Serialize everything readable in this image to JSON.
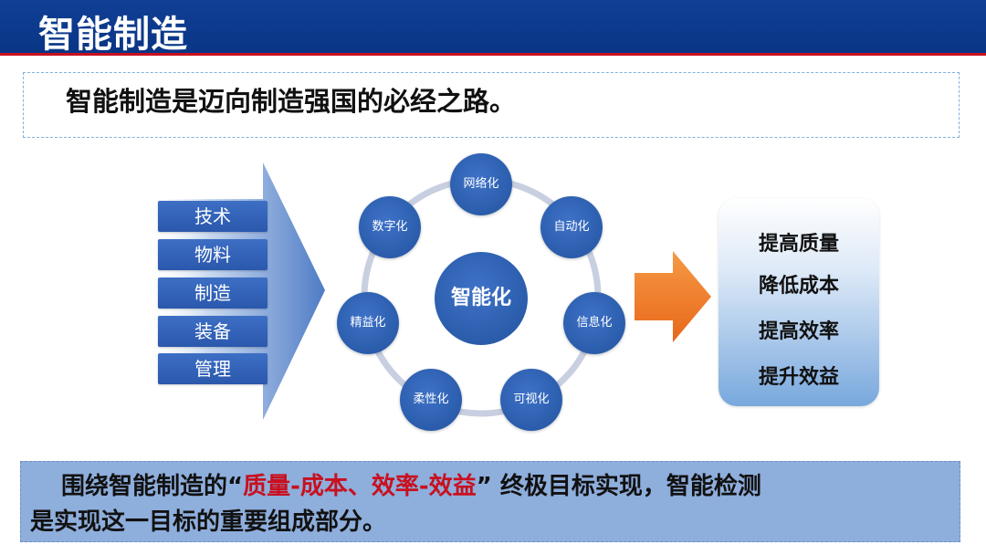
{
  "header": {
    "title": "智能制造"
  },
  "intro": {
    "text": "智能制造是迈向制造强国的必经之路。"
  },
  "inputs": [
    "技术",
    "物料",
    "制造",
    "装备",
    "管理"
  ],
  "center": {
    "label": "智能化"
  },
  "ring_nodes": [
    "网络化",
    "自动化",
    "信息化",
    "可视化",
    "柔性化",
    "精益化",
    "数字化"
  ],
  "results": [
    "提高质量",
    "降低成本",
    "提高效率",
    "提升效益"
  ],
  "summary": {
    "part1": "围绕智能制造的“",
    "highlight": "质量-成本、效率-效益",
    "part2": "” 终极目标实现，智能检测",
    "line2": "是实现这一目标的重要组成部分。"
  },
  "colors": {
    "header_bg": "#0f3f95",
    "accent_red": "#c8101f",
    "node_blue": "#2a5aa8",
    "arrow_orange": "#f07a1e",
    "summary_bg": "#8eaedc"
  }
}
